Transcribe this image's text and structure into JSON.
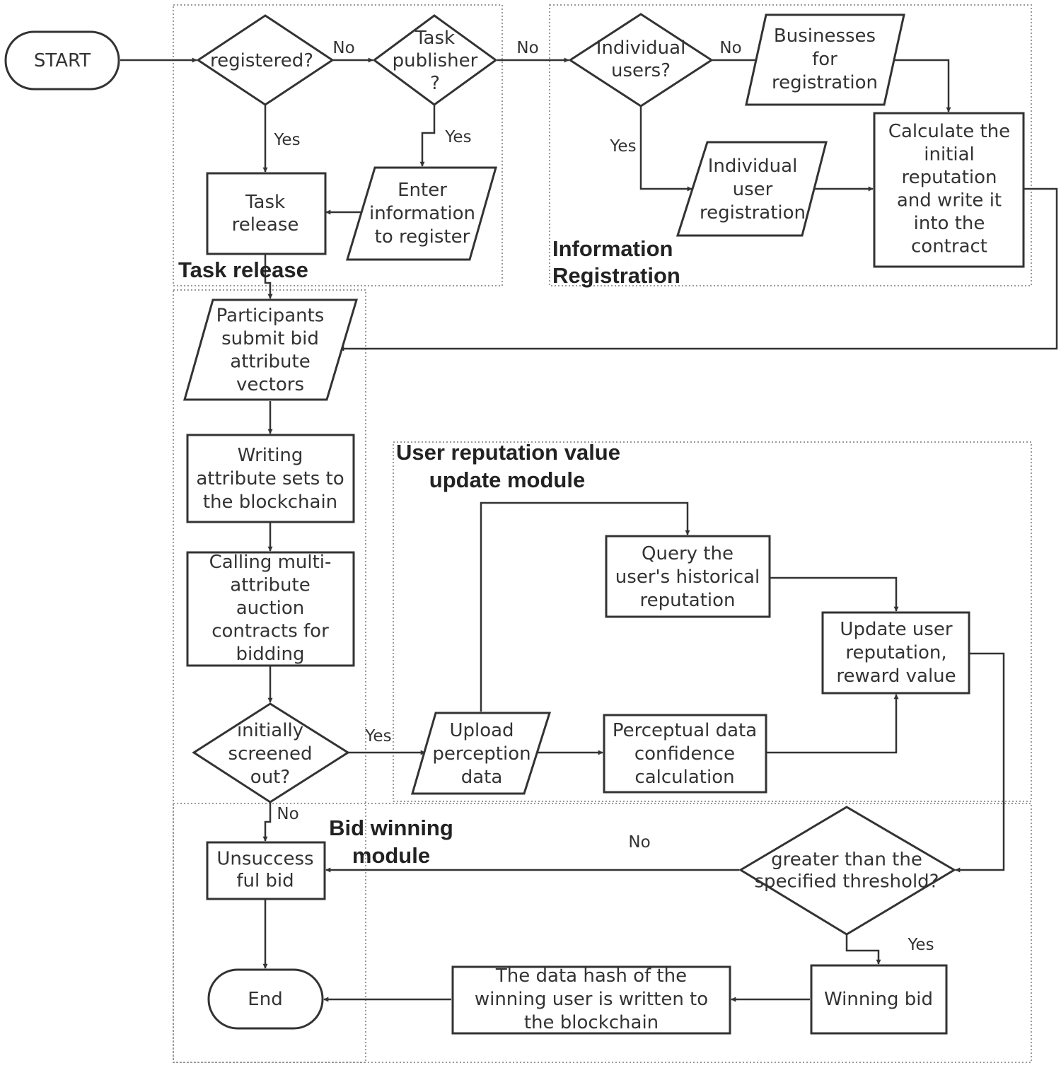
{
  "modules": {
    "task_release": "Task release",
    "info_registration": [
      "Information",
      "Registration"
    ],
    "reputation_update": [
      "User reputation value",
      "update module"
    ],
    "bid_winning": [
      "Bid winning",
      "module"
    ]
  },
  "nodes": {
    "start": [
      "START"
    ],
    "registered": [
      "registered?"
    ],
    "task_publisher": [
      "Task",
      "publisher",
      "?"
    ],
    "individual_users": [
      "Individual",
      "users?"
    ],
    "businesses_registration": [
      "Businesses",
      "for",
      "registration"
    ],
    "calc_initial_reputation": [
      "Calculate the",
      "initial",
      "reputation",
      "and write it",
      "into the",
      "contract"
    ],
    "task_release_box": [
      "Task",
      "release"
    ],
    "enter_information": [
      "Enter",
      "information",
      "to register"
    ],
    "individual_registration": [
      "Individual",
      "user",
      "registration"
    ],
    "participants_submit": [
      "Participants",
      "submit bid",
      "attribute",
      "vectors"
    ],
    "writing_attribute_sets": [
      "Writing",
      "attribute sets to",
      "the blockchain"
    ],
    "calling_auction": [
      "Calling multi-",
      "attribute",
      "auction",
      "contracts for",
      "bidding"
    ],
    "initially_screened": [
      "initially",
      "screened",
      "out?"
    ],
    "upload_perception": [
      "Upload",
      "perception",
      "data"
    ],
    "perceptual_confidence": [
      "Perceptual data",
      "confidence",
      "calculation"
    ],
    "query_history": [
      "Query the",
      "user's historical",
      "reputation"
    ],
    "update_reputation": [
      "Update user",
      "reputation,",
      "reward value"
    ],
    "threshold": [
      "greater than the",
      "specified threshold?"
    ],
    "unsuccessful_bid": [
      "Unsuccess",
      "ful bid"
    ],
    "end": [
      "End"
    ],
    "data_hash": [
      "The data hash of the",
      "winning user is written to",
      "the blockchain"
    ],
    "winning_bid": [
      "Winning bid"
    ]
  },
  "edge_labels": {
    "registered_no": "No",
    "registered_yes": "Yes",
    "publisher_no": "No",
    "publisher_yes": "Yes",
    "individual_no": "No",
    "individual_yes": "Yes",
    "screened_yes": "Yes",
    "screened_no": "No",
    "threshold_no": "No",
    "threshold_yes": "Yes"
  }
}
